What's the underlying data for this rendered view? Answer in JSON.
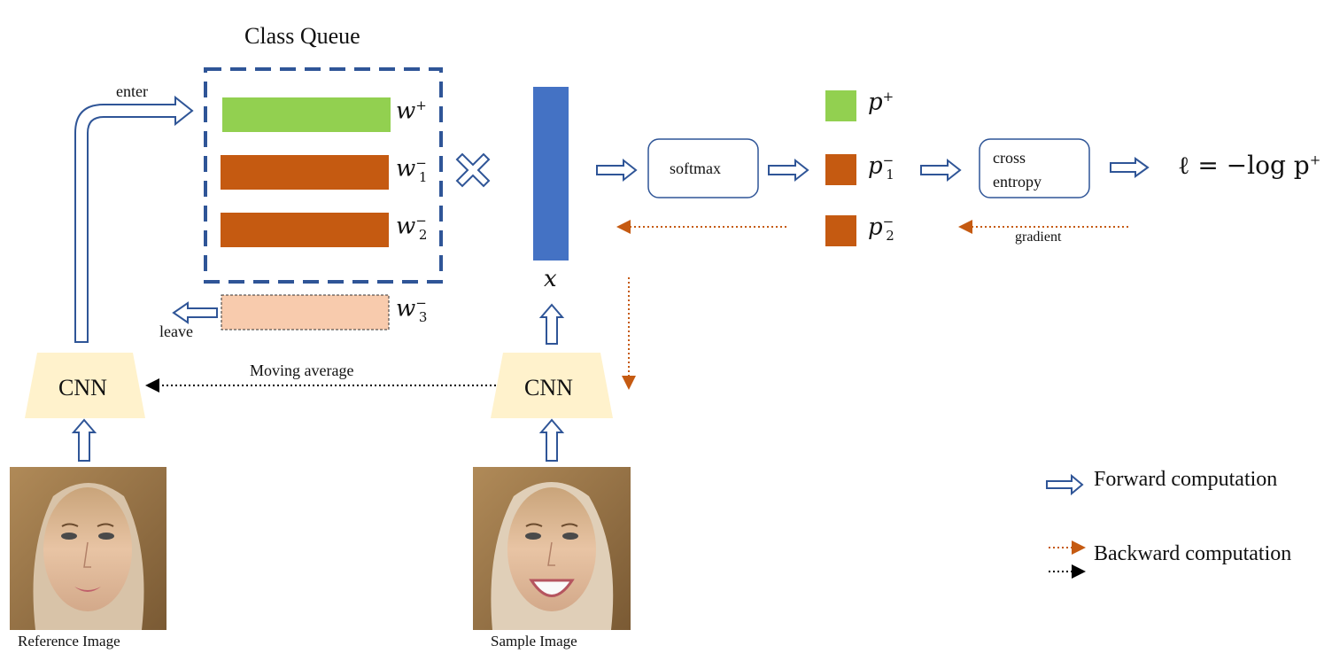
{
  "queue": {
    "title": "Class Queue",
    "enter_label": "enter",
    "leave_label": "leave",
    "weights": [
      {
        "base": "w",
        "sup": "+",
        "sub": ""
      },
      {
        "base": "w",
        "sup": "−",
        "sub": "1"
      },
      {
        "base": "w",
        "sup": "−",
        "sub": "2"
      },
      {
        "base": "w",
        "sup": "−",
        "sub": "3"
      }
    ],
    "colors": {
      "positive": "#92d050",
      "negative": "#c55a11",
      "leaving": "#f8cbad",
      "frame": "#2f5597"
    }
  },
  "feature": {
    "label": "x",
    "color": "#4472c4"
  },
  "cnn": {
    "left_label": "CNN",
    "right_label": "CNN",
    "color": "#fff2cc"
  },
  "moving_average_label": "Moving average",
  "softmax_label": "softmax",
  "probs": [
    {
      "base": "p",
      "sup": "+",
      "sub": ""
    },
    {
      "base": "p",
      "sup": "−",
      "sub": "1"
    },
    {
      "base": "p",
      "sup": "−",
      "sub": "2"
    }
  ],
  "cross_entropy": {
    "line1": "cross",
    "line2": "entropy"
  },
  "loss": "ℓ = −log p",
  "loss_sup": "+",
  "gradient_label": "gradient",
  "images": {
    "reference_caption": "Reference Image",
    "sample_caption": "Sample Image"
  },
  "legend": {
    "forward": "Forward computation",
    "backward": "Backward computation"
  },
  "colors": {
    "arrow_outline": "#2f5597",
    "backward": "#c55a11",
    "moving_average": "#000000"
  }
}
